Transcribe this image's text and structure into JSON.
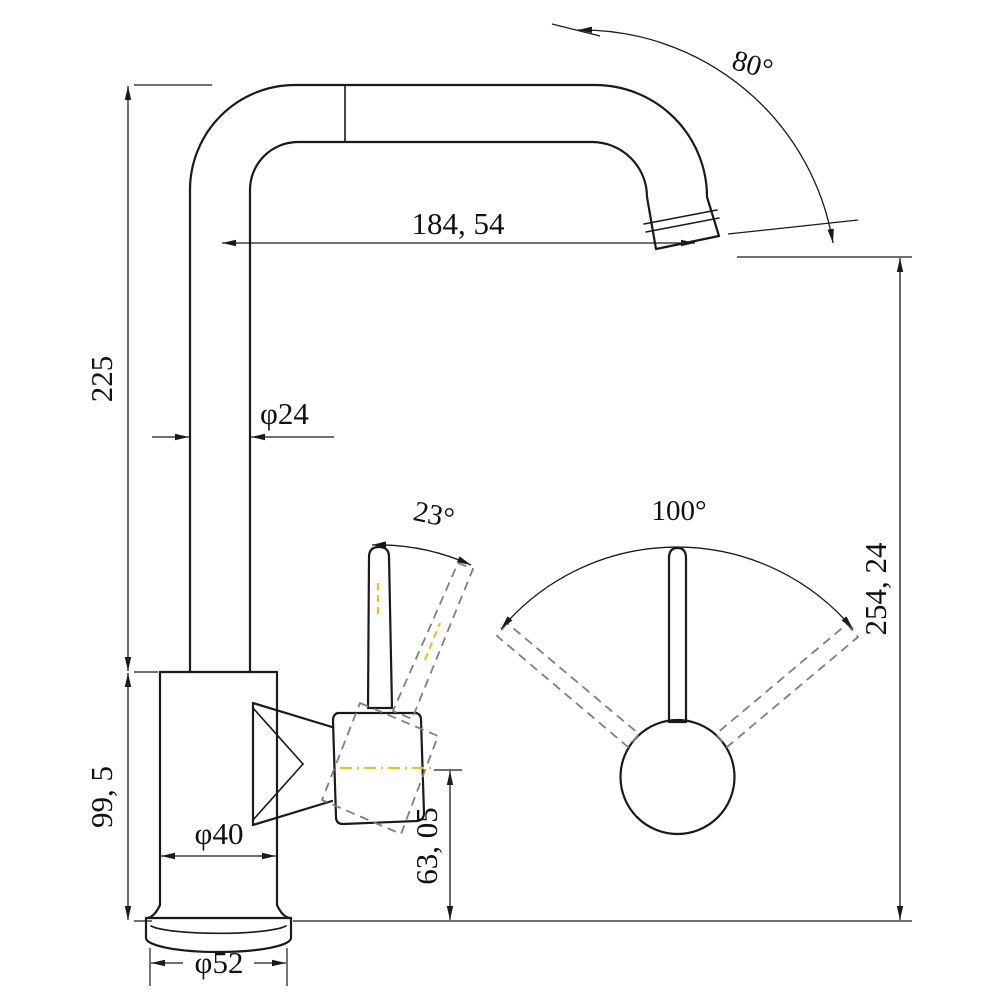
{
  "drawing": {
    "labels": {
      "spout_rotation_angle": "80°",
      "spout_reach": "184, 54",
      "spout_height": "225",
      "pipe_diameter": "φ24",
      "handle_tilt_angle": "23°",
      "handle_swing_angle": "100°",
      "overall_height": "254, 24",
      "body_height": "99, 5",
      "body_diameter": "φ40",
      "handle_axis_height": "63, 05",
      "base_diameter": "φ52"
    },
    "colors": {
      "line": "#1a1a1a",
      "dashed_line": "#7f7f7f",
      "highlight": "#e6c31e",
      "background": "#ffffff"
    }
  }
}
